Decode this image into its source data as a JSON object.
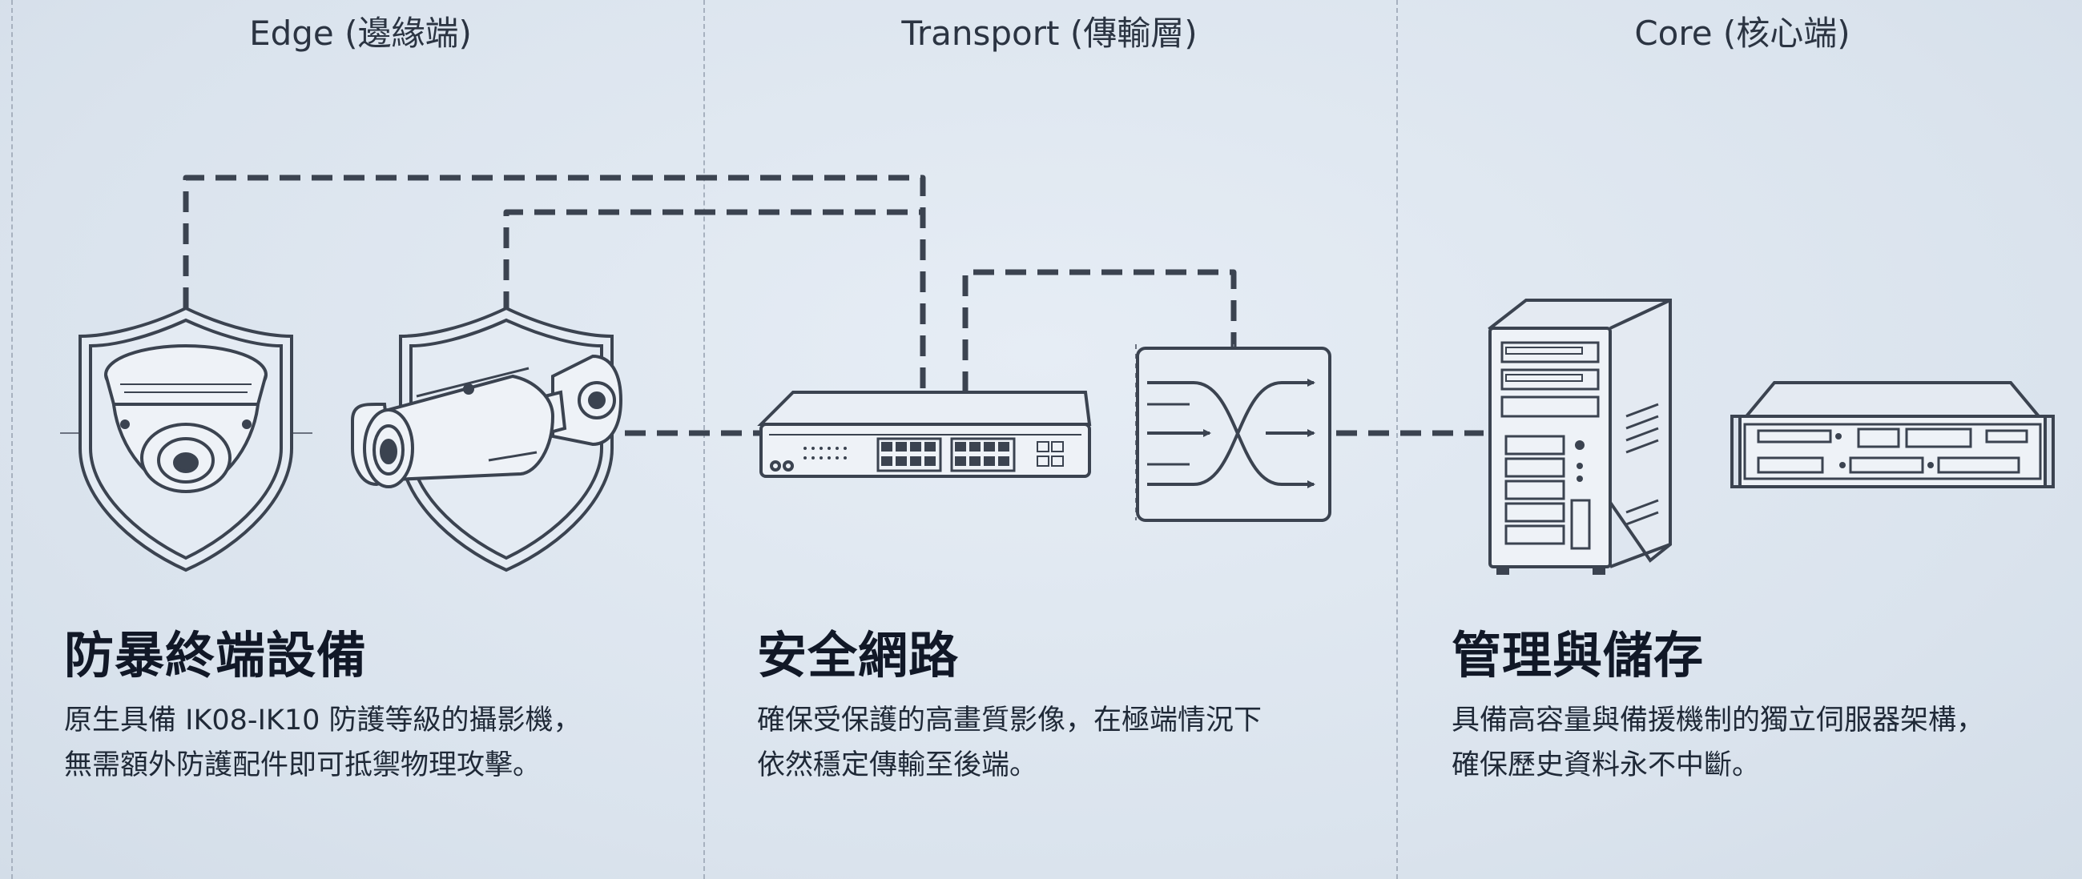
{
  "columns": [
    {
      "header": "Edge (邊緣端)",
      "title": "防暴終端設備",
      "desc_lines": [
        "原生具備 IK08-IK10 防護等級的攝影機，",
        "無需額外防護配件即可抵禦物理攻擊。"
      ]
    },
    {
      "header": "Transport (傳輸層)",
      "title": "安全網路",
      "desc_lines": [
        "確保受保護的高畫質影像，在極端情況下",
        "依然穩定傳輸至後端。"
      ]
    },
    {
      "header": "Core (核心端)",
      "title": "管理與儲存",
      "desc_lines": [
        "具備高容量與備援機制的獨立伺服器架構，",
        "確保歷史資料永不中斷。"
      ]
    }
  ],
  "colors": {
    "background": "#dde6f0",
    "line": "#3b4350",
    "divider": "#a7b1bf",
    "text": "#111827"
  },
  "icons": [
    "shield-icon",
    "dome-camera-icon",
    "bullet-camera-icon",
    "network-switch-icon",
    "router-crossover-icon",
    "tower-server-icon",
    "rack-server-icon"
  ]
}
